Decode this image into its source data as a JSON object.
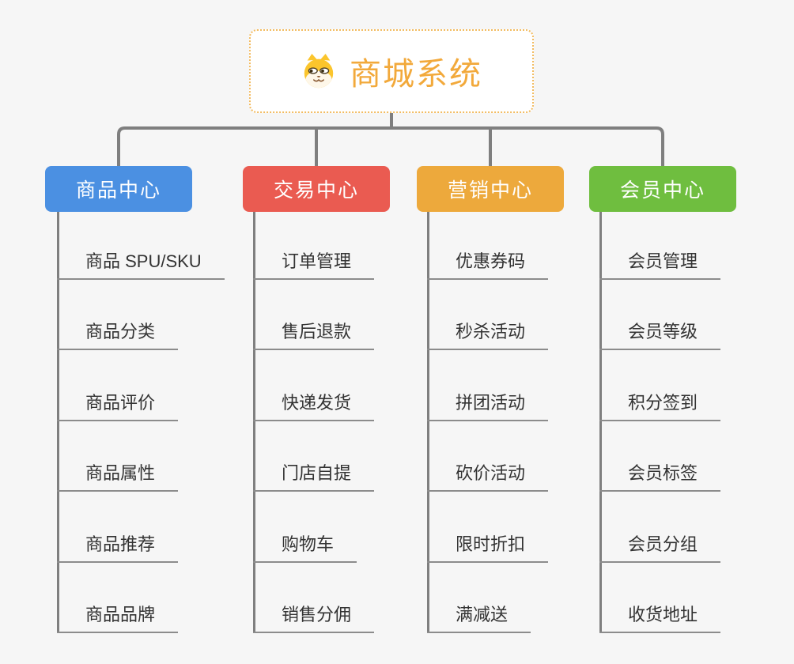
{
  "root": {
    "title": "商城系统",
    "icon": "shiba-dog-icon"
  },
  "branches": [
    {
      "label": "商品中心",
      "color": "#4B90E2",
      "items": [
        "商品 SPU/SKU",
        "商品分类",
        "商品评价",
        "商品属性",
        "商品推荐",
        "商品品牌"
      ]
    },
    {
      "label": "交易中心",
      "color": "#EA5B51",
      "items": [
        "订单管理",
        "售后退款",
        "快递发货",
        "门店自提",
        "购物车",
        "销售分佣"
      ]
    },
    {
      "label": "营销中心",
      "color": "#EDA93C",
      "items": [
        "优惠券码",
        "秒杀活动",
        "拼团活动",
        "砍价活动",
        "限时折扣",
        "满减送"
      ]
    },
    {
      "label": "会员中心",
      "color": "#6FBE3F",
      "items": [
        "会员管理",
        "会员等级",
        "积分签到",
        "会员标签",
        "会员分组",
        "收货地址"
      ]
    }
  ],
  "colors": {
    "background": "#F6F6F6",
    "connector": "#7F7F7F",
    "underline": "#8C8C8C",
    "item_text": "#333333",
    "root_text": "#F2A93B",
    "root_border": "#F2BB60"
  }
}
